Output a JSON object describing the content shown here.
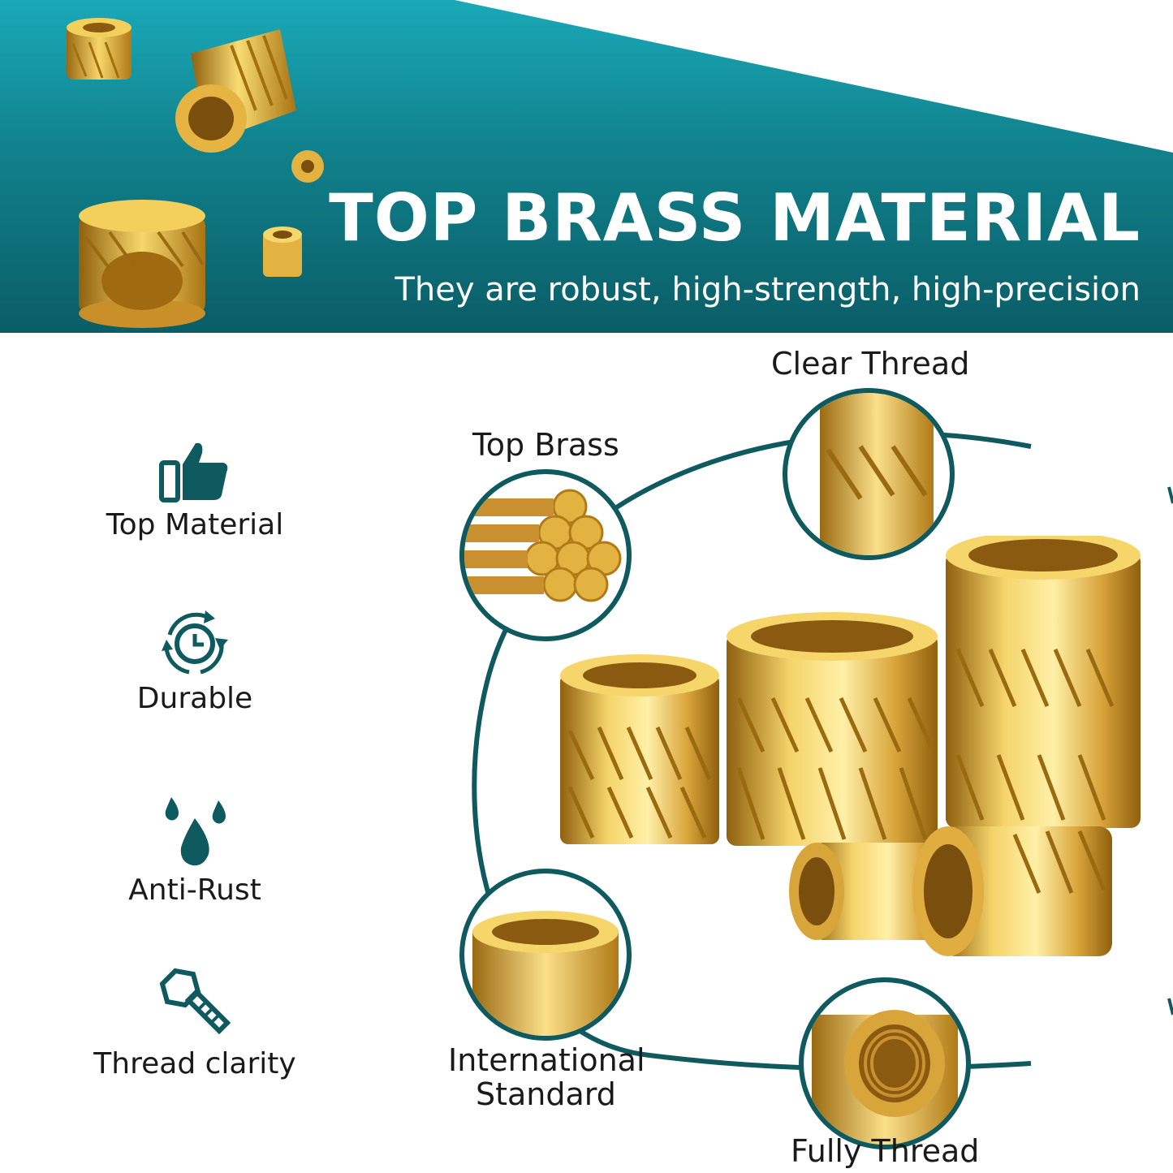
{
  "header": {
    "title": "TOP BRASS MATERIAL",
    "subtitle": "They are robust, high-strength, high-precision"
  },
  "features": [
    {
      "label": "Top Material",
      "icon": "thumbs-up-icon"
    },
    {
      "label": "Durable",
      "icon": "clock-cycle-icon"
    },
    {
      "label": "Anti-Rust",
      "icon": "water-drops-icon"
    },
    {
      "label": "Thread clarity",
      "icon": "bolt-icon"
    }
  ],
  "callouts": {
    "clear_thread": "Clear Thread",
    "top_brass": "Top Brass",
    "international_line1": "International",
    "international_line2": "Standard",
    "fully_thread": "Fully Thread"
  },
  "colors": {
    "accent_teal": "#0f5a5f",
    "banner_top": "#1aa9b8",
    "banner_bottom": "#0a5d66",
    "brass": "#e3b341"
  }
}
